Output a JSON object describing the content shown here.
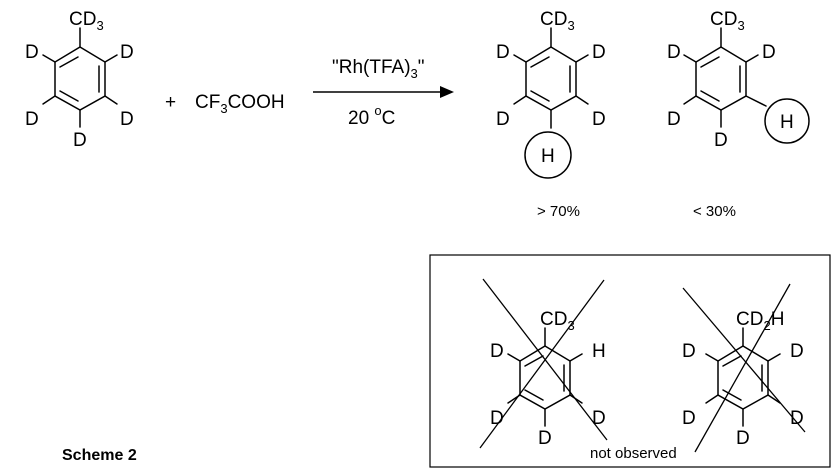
{
  "reaction": {
    "reagent_prefix": "CF",
    "reagent_sub": "3",
    "reagent_suffix": "COOH",
    "plus": "+",
    "catalyst_prefix": "\"Rh(TFA)",
    "catalyst_sub": "3",
    "catalyst_suffix": "\"",
    "temperature_value": "20 ",
    "temperature_unit_o": "o",
    "temperature_unit_c": "C"
  },
  "products": [
    {
      "yield": "> 70%"
    },
    {
      "yield": "< 30%"
    }
  ],
  "atoms": {
    "D": "D",
    "H": "H",
    "CD3_main": "CD",
    "CD3_sub": "3",
    "CD2H_main": "CD",
    "CD2H_sub": "2",
    "CD2H_tail": "H"
  },
  "box": {
    "caption": "not observed"
  },
  "scheme_label": "Scheme 2"
}
